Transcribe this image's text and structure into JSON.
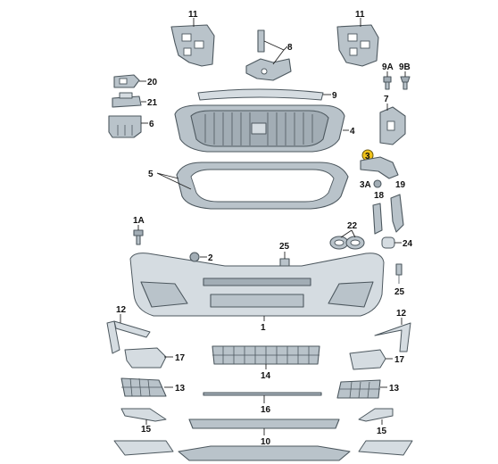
{
  "labels": {
    "p11a": "11",
    "p11b": "11",
    "p8": "8",
    "p20": "20",
    "p21": "21",
    "p6": "6",
    "p9": "9",
    "p4": "4",
    "p9a": "9A",
    "p9b": "9B",
    "p7": "7",
    "p3": "3",
    "p3a": "3A",
    "p18": "18",
    "p19": "19",
    "p5": "5",
    "p1a": "1A",
    "p22": "22",
    "p25a": "25",
    "p24": "24",
    "p2": "2",
    "p25b": "25",
    "p1": "1",
    "p12a": "12",
    "p12b": "12",
    "p17a": "17",
    "p17b": "17",
    "p14": "14",
    "p13a": "13",
    "p13b": "13",
    "p16": "16",
    "p15a": "15",
    "p15b": "15",
    "p10": "10"
  },
  "highlight_color": "#f0c21a"
}
